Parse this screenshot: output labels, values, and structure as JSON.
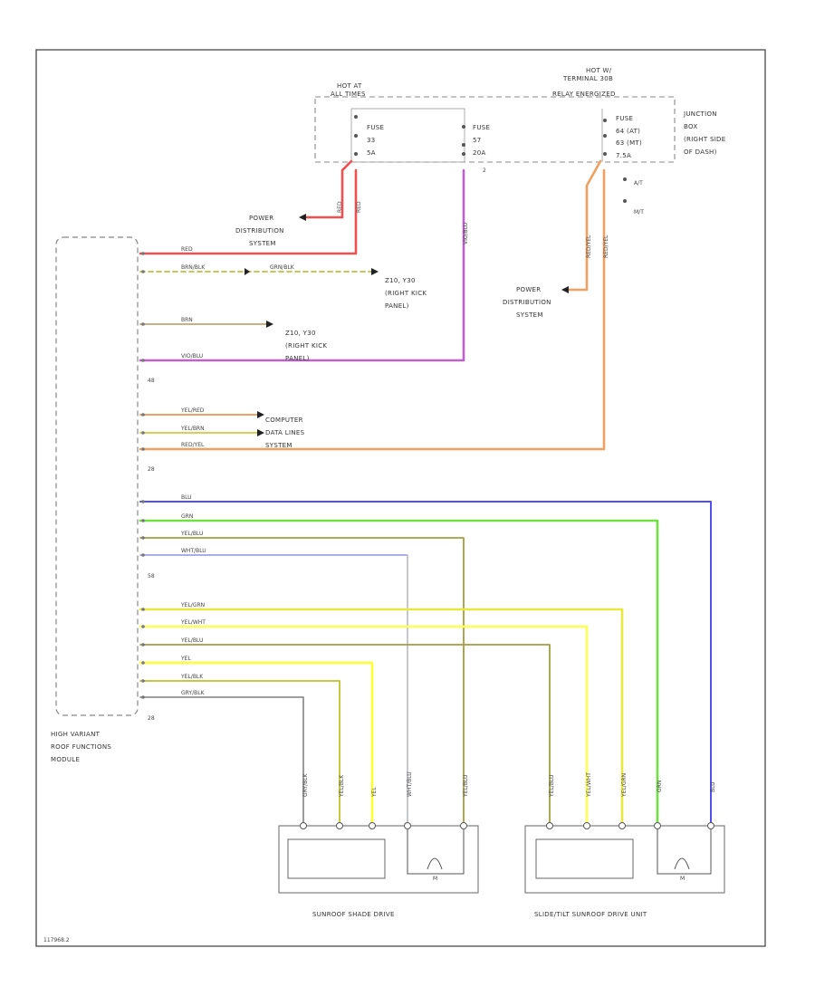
{
  "colors": {
    "RED": "#f05050",
    "VIO": "#c060d0",
    "ORN": "#f0a060",
    "BLU": "#5050f0",
    "GRN": "#70e040",
    "YEL": "#ffff30",
    "BRN": "#caa070",
    "GRY": "#909090",
    "OLIVE": "#a0a040",
    "DASH": "#c0c040"
  },
  "junction_box": {
    "hot_left": [
      "HOT AT",
      "ALL TIMES"
    ],
    "hot_right": [
      "HOT W/",
      "TERMINAL 30B",
      "RELAY ENERGIZED"
    ],
    "fuse_a": [
      "FUSE",
      "33",
      "5A"
    ],
    "fuse_b": [
      "FUSE",
      "57",
      "20A"
    ],
    "fuse_c": [
      "FUSE",
      "64 (AT)",
      "63 (MT)",
      "7.5A"
    ],
    "label": [
      "JUNCTION",
      "BOX",
      "(RIGHT SIDE",
      "OF DASH)"
    ],
    "pin_b": "2",
    "pin_at": "A/T",
    "pin_mt": "M/T"
  },
  "module": {
    "label": [
      "HIGH VARIANT",
      "ROOF FUNCTIONS",
      "MODULE"
    ],
    "conn1": "48",
    "conn2": "28",
    "conn3": "58",
    "conn4": "28"
  },
  "wires": {
    "red": "RED",
    "brnblk": "BRN/BLK",
    "grnblk": "GRN/BLK",
    "brn": "BRN",
    "vioblk": "VIO/BLU",
    "yelred": "YEL/RED",
    "yelbrn": "YEL/BRN",
    "redyel": "RED/YEL",
    "blu": "BLU",
    "grn": "GRN",
    "yelblu": "YEL/BLU",
    "wht": "WHT/BLU",
    "yelgrn": "YEL/GRN",
    "yelwht": "YEL/WHT",
    "yelblu2": "YEL/BLU",
    "yel": "YEL",
    "yelblk": "YEL/BLK",
    "grywht": "GRY/BLK",
    "fuse_red1": "RED",
    "fuse_red2": "RED",
    "fuse_vio": "VIO/BLU",
    "fuse_orn1": "RED/YEL",
    "fuse_orn2": "RED/YEL"
  },
  "labels": {
    "pds1": [
      "POWER",
      "DISTRIBUTION",
      "SYSTEM"
    ],
    "pds2": [
      "POWER",
      "DISTRIBUTION",
      "SYSTEM"
    ],
    "z1": [
      "Z10, Y30",
      "(RIGHT KICK",
      "PANEL)"
    ],
    "z2": [
      "Z10, Y30",
      "(RIGHT KICK",
      "PANEL)"
    ],
    "computer": [
      "COMPUTER",
      "DATA LINES",
      "SYSTEM"
    ]
  },
  "drives": {
    "shade": "SUNROOF SHADE DRIVE",
    "slide": "SLIDE/TILT SUNROOF DRIVE UNIT",
    "motor": "M",
    "shade_wires": [
      "GRY/BLK",
      "YEL/BLK",
      "YEL",
      "WHT/BLU",
      "YEL/BLU"
    ],
    "slide_wires": [
      "YEL/BLU",
      "YEL/WHT",
      "YEL/GRN",
      "GRN",
      "BLU"
    ]
  },
  "corner_code": "117968.2"
}
